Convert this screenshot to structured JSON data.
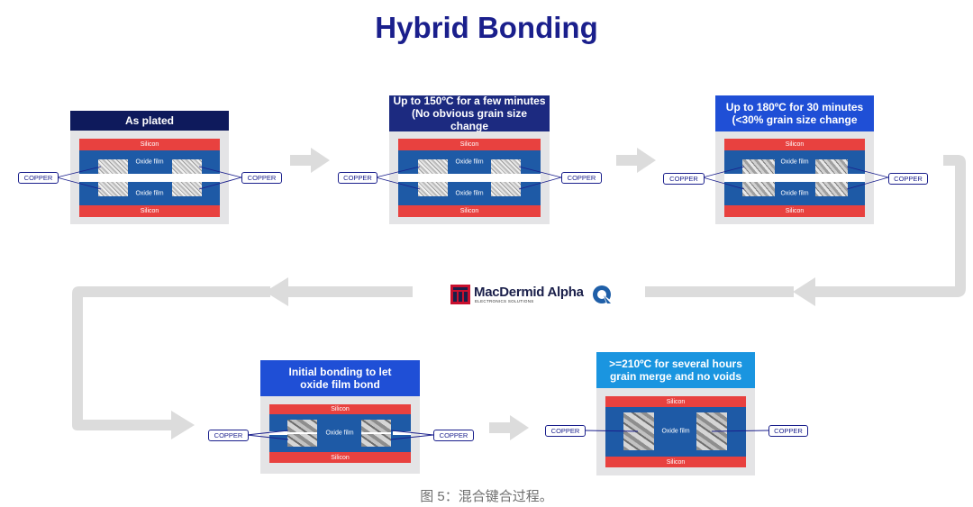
{
  "title": "Hybrid Bonding",
  "caption": "图 5：混合键合过程。",
  "logo": {
    "name": "MacDermid Alpha",
    "subtitle": "ELECTRONICS SOLUTIONS"
  },
  "labels": {
    "silicon": "Silicon",
    "oxide": "Oxide film",
    "copper": "COPPER"
  },
  "colors": {
    "title": "#1a1f8c",
    "header_dark": "#0e1a5c",
    "header_navy": "#1c2a80",
    "header_blue": "#1f4fd6",
    "header_cyan": "#1a95e0",
    "silicon": "#e8413f",
    "oxide": "#1e5aa6",
    "arrow": "#dcdcdc"
  },
  "stages": [
    {
      "header": [
        "As plated"
      ]
    },
    {
      "header": [
        "Up to 150ºC for a few minutes",
        "(No obvious grain size change"
      ]
    },
    {
      "header": [
        "Up to 180ºC for 30 minutes",
        "(<30% grain size change"
      ]
    },
    {
      "header": [
        "Initial bonding to let",
        "oxide film bond"
      ]
    },
    {
      "header": [
        ">=210ºC for several hours",
        "grain merge and no voids"
      ]
    }
  ]
}
